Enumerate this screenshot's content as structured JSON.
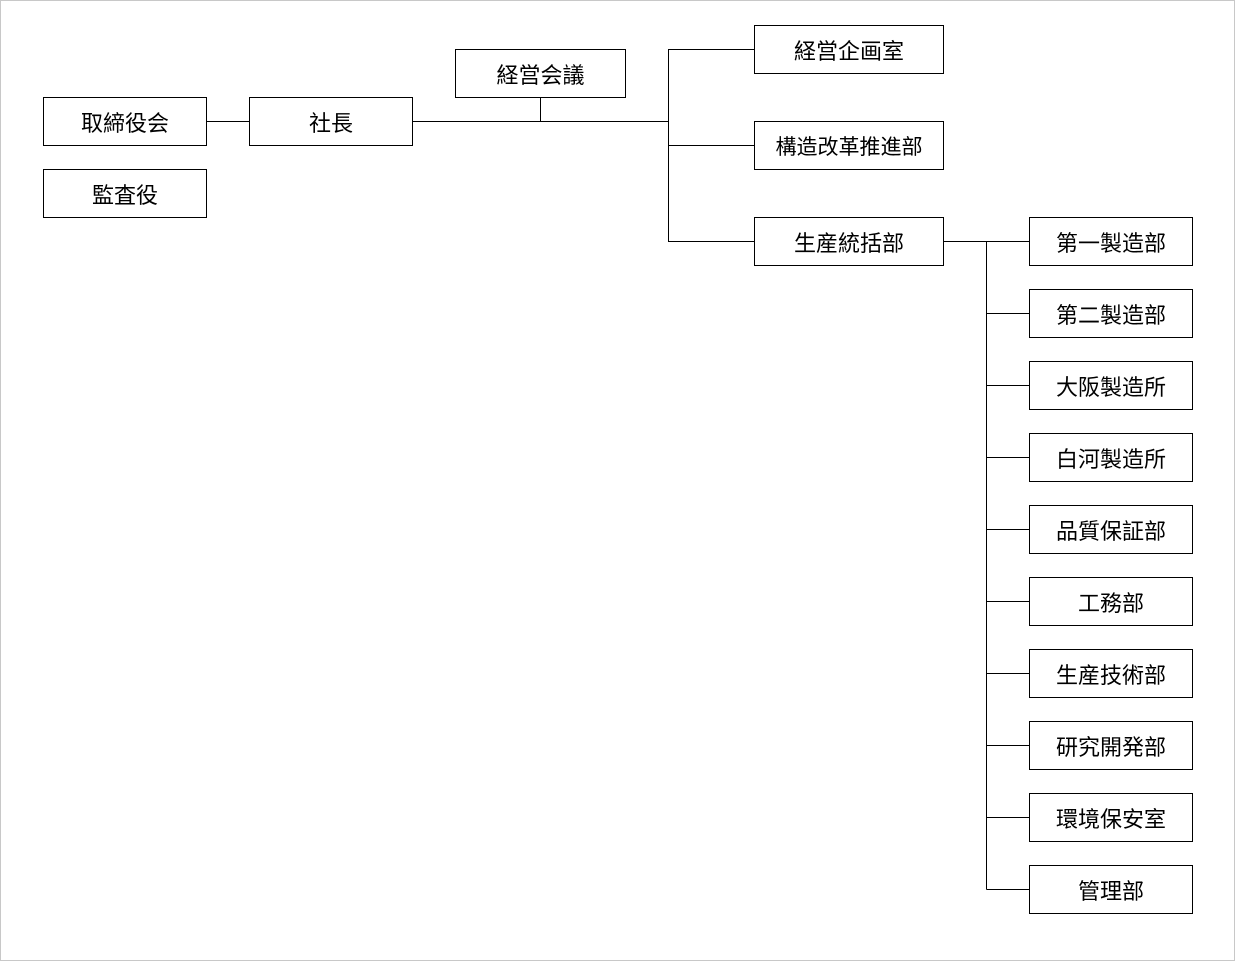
{
  "org": {
    "board": "取締役会",
    "auditor": "監査役",
    "president": "社長",
    "management_council": "経営会議",
    "divisions": {
      "planning": "経営企画室",
      "structural_reform": "構造改革推進部",
      "production_general": "生産統括部"
    },
    "production_departments": [
      "第一製造部",
      "第二製造部",
      "大阪製造所",
      "白河製造所",
      "品質保証部",
      "工務部",
      "生産技術部",
      "研究開発部",
      "環境保安室",
      "管理部"
    ]
  },
  "colors": {
    "line": "#000000",
    "box_border": "#000000",
    "box_fill": "#ffffff",
    "frame": "#c8c8c8"
  }
}
